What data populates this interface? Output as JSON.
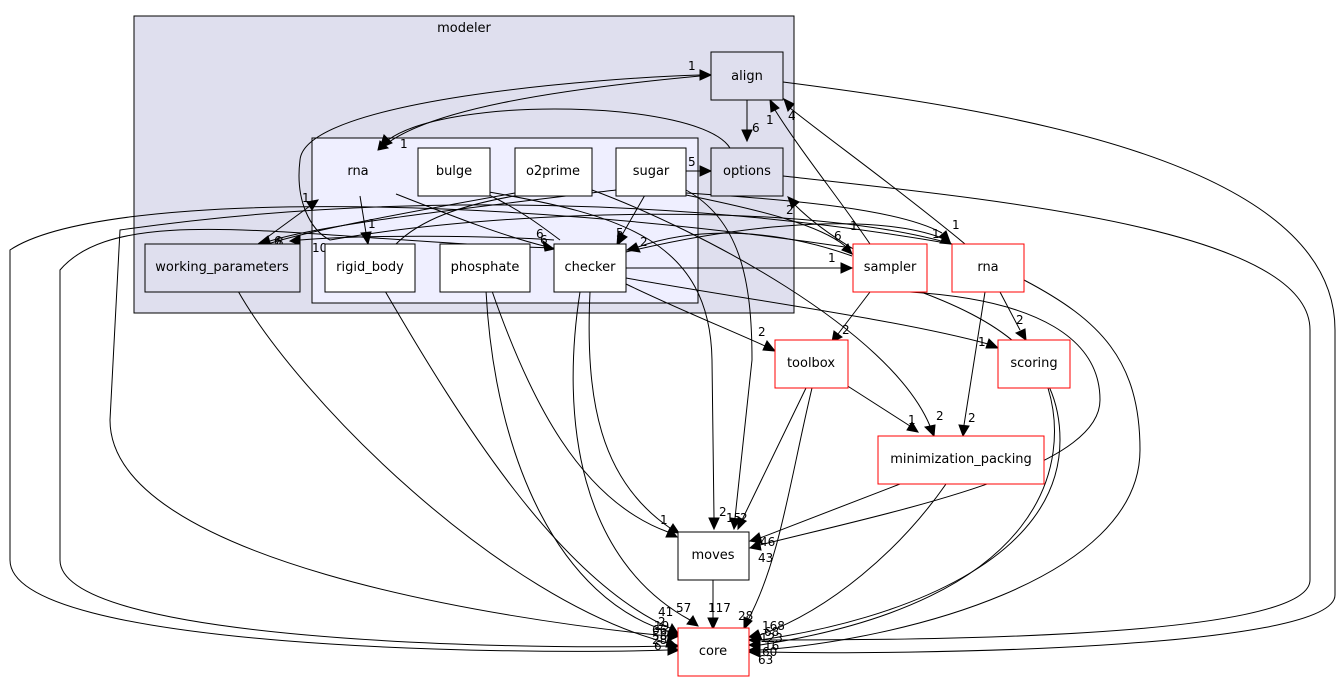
{
  "diagram": {
    "clusters": {
      "modeler": "modeler",
      "rna": "rna"
    },
    "nodes": {
      "align": "align",
      "options": "options",
      "rna_inner": "rna",
      "bulge": "bulge",
      "o2prime": "o2prime",
      "sugar": "sugar",
      "working_parameters": "working_parameters",
      "rigid_body": "rigid_body",
      "phosphate": "phosphate",
      "checker": "checker",
      "sampler": "sampler",
      "rna_outer": "rna",
      "toolbox": "toolbox",
      "scoring": "scoring",
      "minimization_packing": "minimization_packing",
      "moves": "moves",
      "core": "core"
    },
    "edge_labels": {
      "align_options": "6",
      "align_core": "63",
      "options_core": "26",
      "options_rna": "1",
      "rna_rigid": "1",
      "rna_checker": "6",
      "bulge_checker": "6",
      "bulge_moves": "2",
      "o2prime_wp": "6",
      "o2prime_min": "2",
      "sugar_options": "5",
      "sugar_checker": "5",
      "sugar_wp": "8",
      "sugar_moves": "15",
      "rb_rna": "1",
      "rb_core": "41",
      "wp_rna": "1",
      "wp_core": "28",
      "rna_checker2": "2",
      "checker_sampler": "1",
      "phos_wp": "10",
      "phos_moves": "1",
      "phos_core": "19",
      "checker_toolbox": "2",
      "checker_scoring": "1",
      "checker_moves": "2",
      "checker_core": "57",
      "rna_align": "1",
      "sampler_align": "1",
      "sampler_options": "2",
      "sampler_toolbox": "2",
      "sampler_moves": "46",
      "sampler_core": "123",
      "checker_sampler2": "6",
      "sugar_sampler": "1",
      "rnaout_align": "4",
      "rnaout_scoring": "2",
      "rnaout_min": "2",
      "rnaout_core": "60",
      "sugar_rnaout": "1",
      "checker_rnaout": "1",
      "toolbox_min": "1",
      "toolbox_moves": "2",
      "toolbox_core": "28",
      "scoring_core": "16",
      "min_moves": "1",
      "min_core": "68",
      "moves_core": "117",
      "moves_in43": "43",
      "core_in9": "2",
      "core_in66": "66",
      "core_in58": "58",
      "core_in46": "6",
      "core_in158": "168",
      "align_rna": "1"
    }
  },
  "colors": {
    "cluster_outer_fill": "#dfdfee",
    "cluster_inner_fill": "#efefff",
    "node_fill_inner": "#dfdfee",
    "node_white": "#ffffff",
    "red_border": "#ff0000",
    "stroke": "#000000"
  }
}
